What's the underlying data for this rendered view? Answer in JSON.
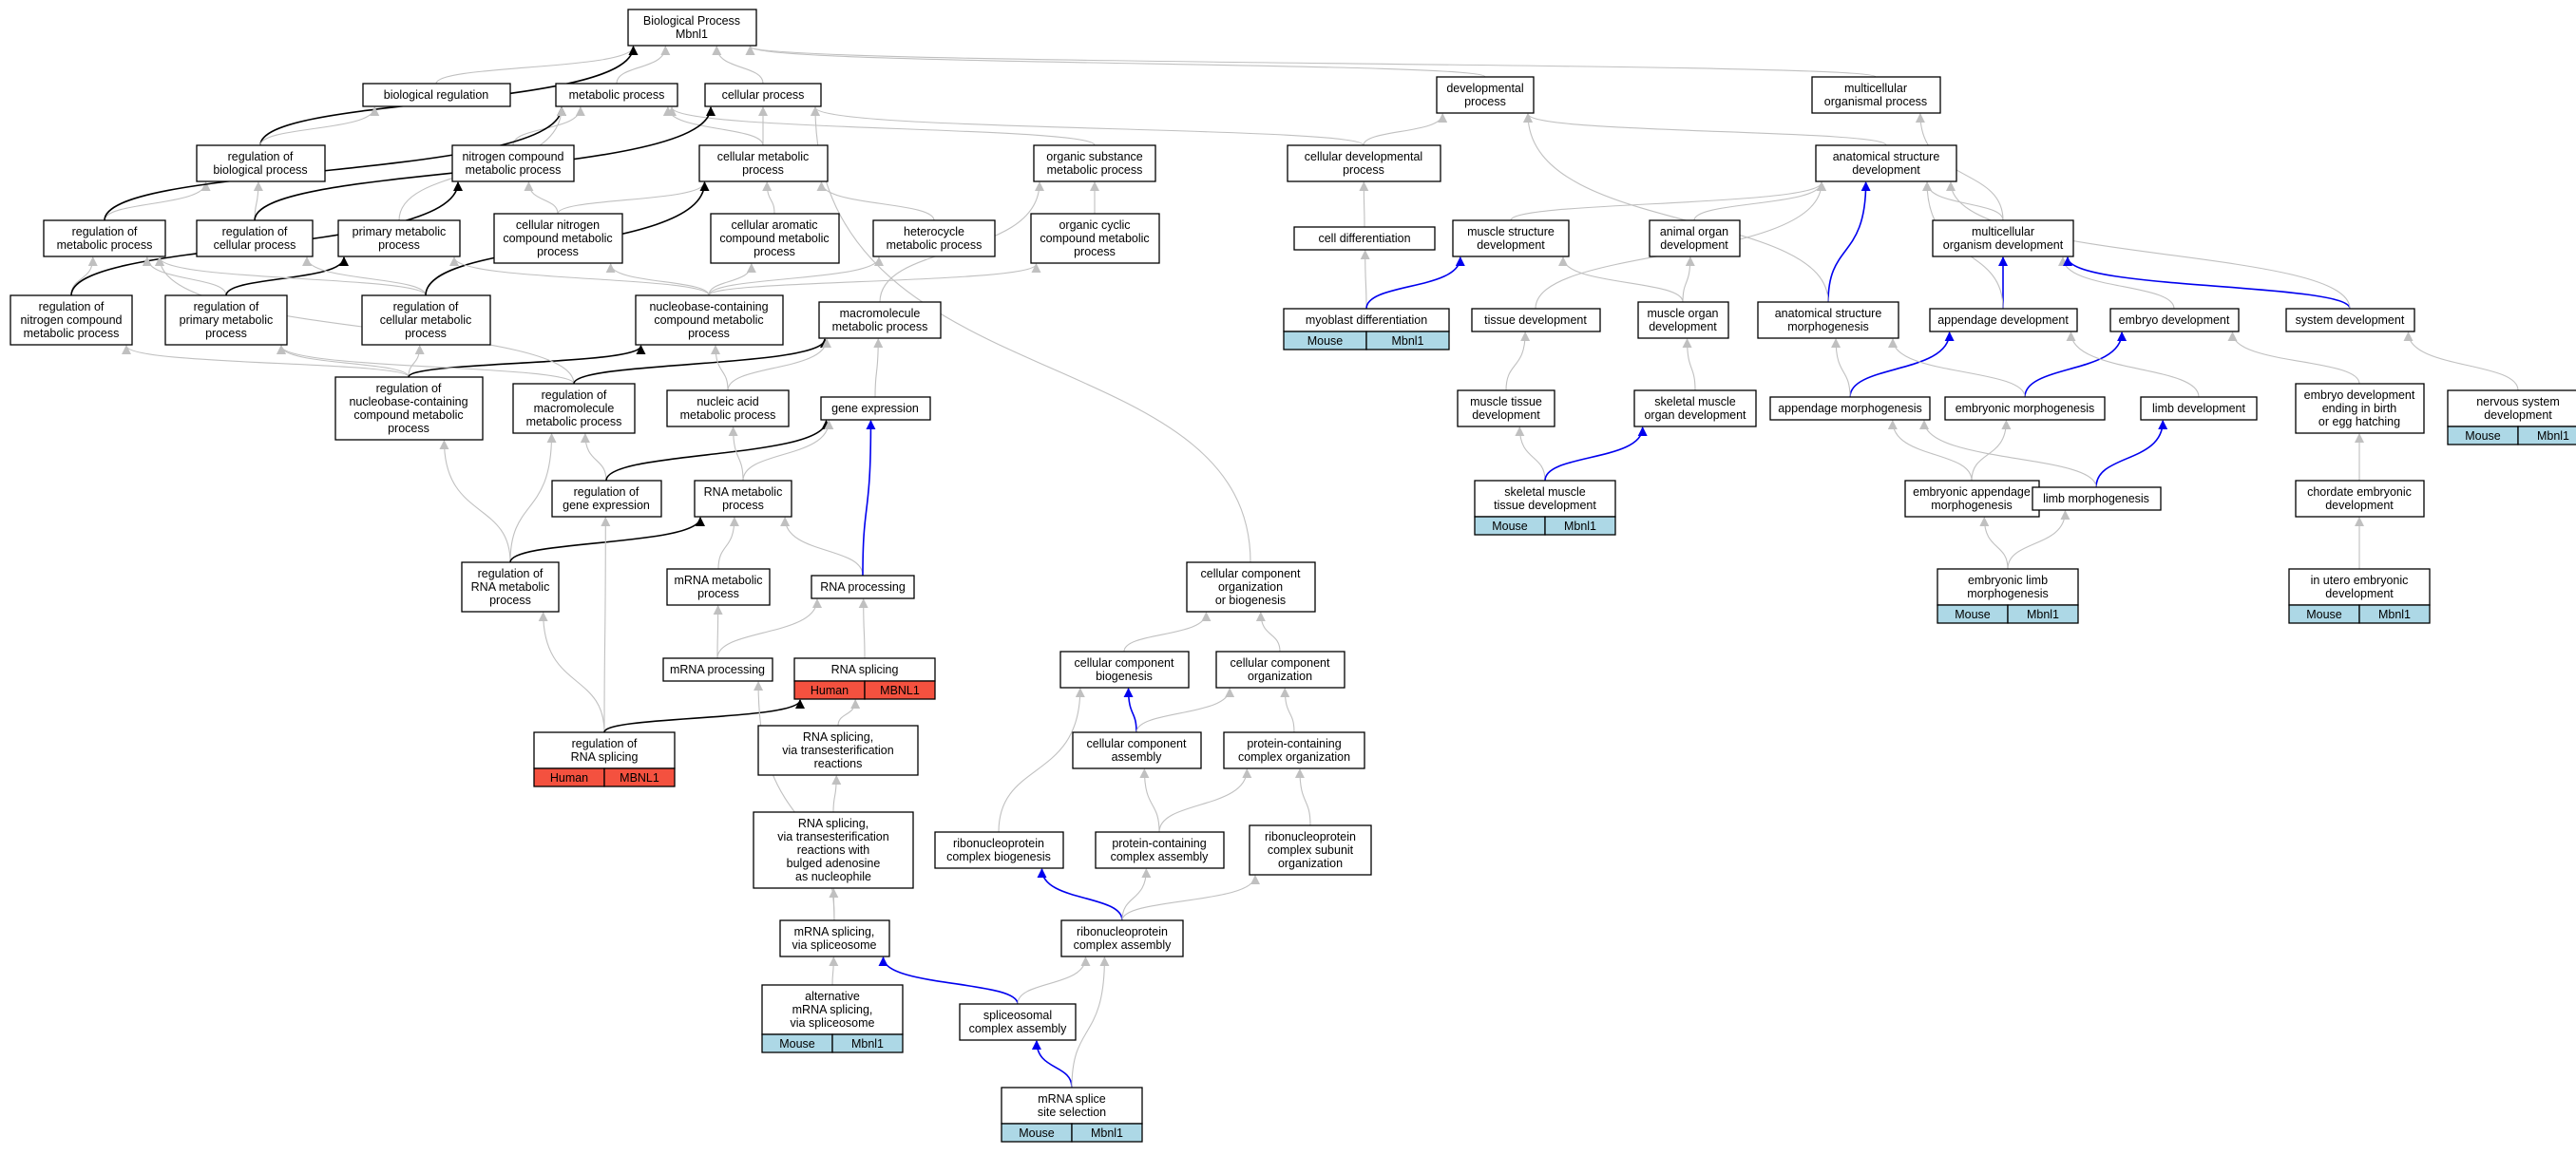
{
  "colors": {
    "gray_edge": "#c0c0c0",
    "black_edge": "#000000",
    "blue_edge": "#0000ee",
    "mouse_tag": "#add8e6",
    "human_tag": "#f4513f"
  },
  "nodes": [
    {
      "id": "bp",
      "lines": [
        "Biological Process",
        "Mbnl1"
      ]
    },
    {
      "id": "bioreg",
      "lines": [
        "biological regulation"
      ]
    },
    {
      "id": "metab",
      "lines": [
        "metabolic process"
      ]
    },
    {
      "id": "cellp",
      "lines": [
        "cellular process"
      ]
    },
    {
      "id": "devp",
      "lines": [
        "developmental",
        "process"
      ]
    },
    {
      "id": "multi",
      "lines": [
        "multicellular",
        "organismal process"
      ]
    },
    {
      "id": "regbio",
      "lines": [
        "regulation of",
        "biological process"
      ]
    },
    {
      "id": "nitro",
      "lines": [
        "nitrogen compound",
        "metabolic process"
      ]
    },
    {
      "id": "cellmet",
      "lines": [
        "cellular metabolic",
        "process"
      ]
    },
    {
      "id": "orgsub",
      "lines": [
        "organic substance",
        "metabolic process"
      ]
    },
    {
      "id": "celldevp",
      "lines": [
        "cellular developmental",
        "process"
      ]
    },
    {
      "id": "anatdev",
      "lines": [
        "anatomical structure",
        "development"
      ]
    },
    {
      "id": "regmet",
      "lines": [
        "regulation of",
        "metabolic process"
      ]
    },
    {
      "id": "regcell",
      "lines": [
        "regulation of",
        "cellular process"
      ]
    },
    {
      "id": "cellnitro",
      "lines": [
        "cellular nitrogen",
        "compound metabolic",
        "process"
      ]
    },
    {
      "id": "cellarom",
      "lines": [
        "cellular aromatic",
        "compound metabolic",
        "process"
      ]
    },
    {
      "id": "hetero",
      "lines": [
        "heterocycle",
        "metabolic process"
      ]
    },
    {
      "id": "orgcyc",
      "lines": [
        "organic cyclic",
        "compound metabolic",
        "process"
      ]
    },
    {
      "id": "celldiff",
      "lines": [
        "cell differentiation"
      ]
    },
    {
      "id": "musstruct",
      "lines": [
        "muscle structure",
        "development"
      ]
    },
    {
      "id": "animorgan",
      "lines": [
        "animal organ",
        "development"
      ]
    },
    {
      "id": "multidev",
      "lines": [
        "multicellular",
        "organism development"
      ]
    },
    {
      "id": "primmet",
      "lines": [
        "primary metabolic",
        "process"
      ]
    },
    {
      "id": "regnitro",
      "lines": [
        "regulation of",
        "nitrogen compound",
        "metabolic process"
      ]
    },
    {
      "id": "regprim",
      "lines": [
        "regulation of",
        "primary metabolic",
        "process"
      ]
    },
    {
      "id": "regcellmet",
      "lines": [
        "regulation of",
        "cellular metabolic",
        "process"
      ]
    },
    {
      "id": "nucbase",
      "lines": [
        "nucleobase-containing",
        "compound metabolic",
        "process"
      ]
    },
    {
      "id": "macromet",
      "lines": [
        "macromolecule",
        "metabolic process"
      ]
    },
    {
      "id": "myoblast",
      "lines": [
        "myoblast differentiation"
      ],
      "tag": "mouse"
    },
    {
      "id": "tissuedev",
      "lines": [
        "tissue development"
      ]
    },
    {
      "id": "musorgan",
      "lines": [
        "muscle organ",
        "development"
      ]
    },
    {
      "id": "anatmorph",
      "lines": [
        "anatomical structure",
        "morphogenesis"
      ]
    },
    {
      "id": "appdev",
      "lines": [
        "appendage development"
      ]
    },
    {
      "id": "embdev",
      "lines": [
        "embryo development"
      ]
    },
    {
      "id": "sysdev",
      "lines": [
        "system development"
      ]
    },
    {
      "id": "regnuc",
      "lines": [
        "regulation of",
        "nucleobase-containing",
        "compound metabolic",
        "process"
      ]
    },
    {
      "id": "regmacro",
      "lines": [
        "regulation of",
        "macromolecule",
        "metabolic process"
      ]
    },
    {
      "id": "nucacid",
      "lines": [
        "nucleic acid",
        "metabolic process"
      ]
    },
    {
      "id": "geneexp",
      "lines": [
        "gene expression"
      ]
    },
    {
      "id": "mustissue",
      "lines": [
        "muscle tissue",
        "development"
      ]
    },
    {
      "id": "skelorgan",
      "lines": [
        "skeletal muscle",
        "organ development"
      ]
    },
    {
      "id": "appmorph",
      "lines": [
        "appendage morphogenesis"
      ]
    },
    {
      "id": "embmorph",
      "lines": [
        "embryonic morphogenesis"
      ]
    },
    {
      "id": "limbdev",
      "lines": [
        "limb development"
      ]
    },
    {
      "id": "embbirth",
      "lines": [
        "embryo development",
        "ending in birth",
        "or egg hatching"
      ]
    },
    {
      "id": "nervous",
      "lines": [
        "nervous system",
        "development"
      ],
      "tag": "mouse"
    },
    {
      "id": "reggene",
      "lines": [
        "regulation of",
        "gene expression"
      ]
    },
    {
      "id": "rnamet",
      "lines": [
        "RNA metabolic",
        "process"
      ]
    },
    {
      "id": "skeltissue",
      "lines": [
        "skeletal muscle",
        "tissue development"
      ],
      "tag": "mouse"
    },
    {
      "id": "embapp",
      "lines": [
        "embryonic appendage",
        "morphogenesis"
      ]
    },
    {
      "id": "limbmorph",
      "lines": [
        "limb morphogenesis"
      ]
    },
    {
      "id": "chordate",
      "lines": [
        "chordate embryonic",
        "development"
      ]
    },
    {
      "id": "regrnamet",
      "lines": [
        "regulation of",
        "RNA metabolic",
        "process"
      ]
    },
    {
      "id": "mrnamet",
      "lines": [
        "mRNA metabolic",
        "process"
      ]
    },
    {
      "id": "rnaproc",
      "lines": [
        "RNA processing"
      ]
    },
    {
      "id": "ccorgbio",
      "lines": [
        "cellular component",
        "organization",
        "or biogenesis"
      ]
    },
    {
      "id": "emblimb",
      "lines": [
        "embryonic limb",
        "morphogenesis"
      ],
      "tag": "mouse"
    },
    {
      "id": "inutero",
      "lines": [
        "in utero embryonic",
        "development"
      ],
      "tag": "mouse"
    },
    {
      "id": "mrnaproc",
      "lines": [
        "mRNA processing"
      ]
    },
    {
      "id": "rnasplice",
      "lines": [
        "RNA splicing"
      ],
      "tag": "human"
    },
    {
      "id": "ccbio",
      "lines": [
        "cellular component",
        "biogenesis"
      ]
    },
    {
      "id": "ccorg",
      "lines": [
        "cellular component",
        "organization"
      ]
    },
    {
      "id": "regrnasplice",
      "lines": [
        "regulation of",
        "RNA splicing"
      ],
      "tag": "human"
    },
    {
      "id": "rnatrans",
      "lines": [
        "RNA splicing,",
        "via transesterification",
        "reactions"
      ]
    },
    {
      "id": "ccasm",
      "lines": [
        "cellular component",
        "assembly"
      ]
    },
    {
      "id": "protorg",
      "lines": [
        "protein-containing",
        "complex organization"
      ]
    },
    {
      "id": "rnabulged",
      "lines": [
        "RNA splicing,",
        "via transesterification",
        "reactions with",
        "bulged adenosine",
        "as nucleophile"
      ]
    },
    {
      "id": "ribobio",
      "lines": [
        "ribonucleoprotein",
        "complex biogenesis"
      ]
    },
    {
      "id": "protasm",
      "lines": [
        "protein-containing",
        "complex assembly"
      ]
    },
    {
      "id": "ribosub",
      "lines": [
        "ribonucleoprotein",
        "complex subunit",
        "organization"
      ]
    },
    {
      "id": "mrnaspl",
      "lines": [
        "mRNA splicing,",
        "via spliceosome"
      ]
    },
    {
      "id": "riboasm",
      "lines": [
        "ribonucleoprotein",
        "complex assembly"
      ]
    },
    {
      "id": "altmrna",
      "lines": [
        "alternative",
        "mRNA splicing,",
        "via spliceosome"
      ],
      "tag": "mouse"
    },
    {
      "id": "spliceasm",
      "lines": [
        "spliceosomal",
        "complex assembly"
      ]
    },
    {
      "id": "mrnasite",
      "lines": [
        "mRNA splice",
        "site selection"
      ],
      "tag": "mouse"
    }
  ],
  "tags": {
    "mouse": [
      "Mouse",
      "Mbnl1"
    ],
    "human": [
      "Human",
      "MBNL1"
    ]
  },
  "edges": [
    [
      "bioreg",
      "bp",
      "gray"
    ],
    [
      "metab",
      "bp",
      "gray"
    ],
    [
      "cellp",
      "bp",
      "gray"
    ],
    [
      "devp",
      "bp",
      "gray"
    ],
    [
      "multi",
      "bp",
      "gray"
    ],
    [
      "regbio",
      "bp",
      "black"
    ],
    [
      "regbio",
      "bioreg",
      "gray"
    ],
    [
      "nitro",
      "metab",
      "gray"
    ],
    [
      "cellmet",
      "metab",
      "gray"
    ],
    [
      "cellmet",
      "cellp",
      "gray"
    ],
    [
      "orgsub",
      "metab",
      "gray"
    ],
    [
      "celldevp",
      "devp",
      "gray"
    ],
    [
      "celldevp",
      "cellp",
      "gray"
    ],
    [
      "anatdev",
      "devp",
      "gray"
    ],
    [
      "regmet",
      "regbio",
      "gray"
    ],
    [
      "regmet",
      "metab",
      "black"
    ],
    [
      "regcell",
      "regbio",
      "gray"
    ],
    [
      "regcell",
      "cellp",
      "black"
    ],
    [
      "cellnitro",
      "nitro",
      "gray"
    ],
    [
      "cellnitro",
      "cellmet",
      "gray"
    ],
    [
      "cellarom",
      "cellmet",
      "gray"
    ],
    [
      "hetero",
      "cellmet",
      "gray"
    ],
    [
      "orgcyc",
      "orgsub",
      "gray"
    ],
    [
      "celldiff",
      "celldevp",
      "gray"
    ],
    [
      "musstruct",
      "anatdev",
      "gray"
    ],
    [
      "animorgan",
      "anatdev",
      "gray"
    ],
    [
      "multidev",
      "multi",
      "gray"
    ],
    [
      "multidev",
      "anatdev",
      "gray"
    ],
    [
      "primmet",
      "metab",
      "gray"
    ],
    [
      "regnitro",
      "regmet",
      "gray"
    ],
    [
      "regnitro",
      "nitro",
      "black"
    ],
    [
      "regprim",
      "regmet",
      "gray"
    ],
    [
      "regprim",
      "primmet",
      "black"
    ],
    [
      "regcellmet",
      "regcell",
      "gray"
    ],
    [
      "regcellmet",
      "regmet",
      "gray"
    ],
    [
      "regcellmet",
      "cellmet",
      "black"
    ],
    [
      "nucbase",
      "cellnitro",
      "gray"
    ],
    [
      "nucbase",
      "cellarom",
      "gray"
    ],
    [
      "nucbase",
      "hetero",
      "gray"
    ],
    [
      "nucbase",
      "orgcyc",
      "gray"
    ],
    [
      "nucbase",
      "primmet",
      "gray"
    ],
    [
      "macromet",
      "orgsub",
      "gray"
    ],
    [
      "myoblast",
      "celldiff",
      "gray"
    ],
    [
      "myoblast",
      "musstruct",
      "blue"
    ],
    [
      "tissuedev",
      "anatdev",
      "gray"
    ],
    [
      "musorgan",
      "musstruct",
      "gray"
    ],
    [
      "musorgan",
      "animorgan",
      "gray"
    ],
    [
      "anatmorph",
      "anatdev",
      "blue"
    ],
    [
      "anatmorph",
      "devp",
      "gray"
    ],
    [
      "appdev",
      "multidev",
      "blue"
    ],
    [
      "appdev",
      "anatdev",
      "gray"
    ],
    [
      "embdev",
      "multidev",
      "gray"
    ],
    [
      "sysdev",
      "multidev",
      "blue"
    ],
    [
      "sysdev",
      "anatdev",
      "gray"
    ],
    [
      "regnuc",
      "regnitro",
      "gray"
    ],
    [
      "regnuc",
      "regprim",
      "gray"
    ],
    [
      "regnuc",
      "regcellmet",
      "gray"
    ],
    [
      "regnuc",
      "nucbase",
      "black"
    ],
    [
      "regmacro",
      "regprim",
      "gray"
    ],
    [
      "regmacro",
      "regmet",
      "gray"
    ],
    [
      "regmacro",
      "macromet",
      "black"
    ],
    [
      "nucacid",
      "nucbase",
      "gray"
    ],
    [
      "nucacid",
      "macromet",
      "gray"
    ],
    [
      "geneexp",
      "macromet",
      "gray"
    ],
    [
      "mustissue",
      "tissuedev",
      "gray"
    ],
    [
      "skelorgan",
      "musorgan",
      "gray"
    ],
    [
      "appmorph",
      "appdev",
      "blue"
    ],
    [
      "appmorph",
      "anatmorph",
      "gray"
    ],
    [
      "embmorph",
      "embdev",
      "blue"
    ],
    [
      "embmorph",
      "anatmorph",
      "gray"
    ],
    [
      "limbdev",
      "appdev",
      "gray"
    ],
    [
      "embbirth",
      "embdev",
      "gray"
    ],
    [
      "nervous",
      "sysdev",
      "gray"
    ],
    [
      "reggene",
      "regmacro",
      "gray"
    ],
    [
      "reggene",
      "geneexp",
      "black"
    ],
    [
      "rnamet",
      "nucacid",
      "gray"
    ],
    [
      "rnamet",
      "geneexp",
      "gray"
    ],
    [
      "skeltissue",
      "mustissue",
      "gray"
    ],
    [
      "skeltissue",
      "skelorgan",
      "blue"
    ],
    [
      "embapp",
      "appmorph",
      "gray"
    ],
    [
      "embapp",
      "embmorph",
      "gray"
    ],
    [
      "limbmorph",
      "limbdev",
      "blue"
    ],
    [
      "limbmorph",
      "appmorph",
      "gray"
    ],
    [
      "chordate",
      "embbirth",
      "gray"
    ],
    [
      "regrnamet",
      "regnuc",
      "gray"
    ],
    [
      "regrnamet",
      "regmacro",
      "gray"
    ],
    [
      "regrnamet",
      "rnamet",
      "black"
    ],
    [
      "mrnamet",
      "rnamet",
      "gray"
    ],
    [
      "rnaproc",
      "rnamet",
      "gray"
    ],
    [
      "rnaproc",
      "geneexp",
      "blue"
    ],
    [
      "ccorgbio",
      "cellp",
      "gray"
    ],
    [
      "emblimb",
      "embapp",
      "gray"
    ],
    [
      "emblimb",
      "limbmorph",
      "gray"
    ],
    [
      "inutero",
      "chordate",
      "gray"
    ],
    [
      "mrnaproc",
      "mrnamet",
      "gray"
    ],
    [
      "mrnaproc",
      "rnaproc",
      "gray"
    ],
    [
      "rnasplice",
      "rnaproc",
      "gray"
    ],
    [
      "ccbio",
      "ccorgbio",
      "gray"
    ],
    [
      "ccorg",
      "ccorgbio",
      "gray"
    ],
    [
      "regrnasplice",
      "regrnamet",
      "gray"
    ],
    [
      "regrnasplice",
      "reggene",
      "gray"
    ],
    [
      "regrnasplice",
      "rnasplice",
      "black"
    ],
    [
      "rnatrans",
      "rnasplice",
      "gray"
    ],
    [
      "ccasm",
      "ccbio",
      "blue"
    ],
    [
      "ccasm",
      "ccorg",
      "gray"
    ],
    [
      "protorg",
      "ccorg",
      "gray"
    ],
    [
      "rnabulged",
      "rnatrans",
      "gray"
    ],
    [
      "ribobio",
      "ccbio",
      "gray"
    ],
    [
      "protasm",
      "ccasm",
      "gray"
    ],
    [
      "protasm",
      "protorg",
      "gray"
    ],
    [
      "ribosub",
      "protorg",
      "gray"
    ],
    [
      "mrnaspl",
      "rnabulged",
      "gray"
    ],
    [
      "mrnaspl",
      "mrnaproc",
      "gray"
    ],
    [
      "riboasm",
      "ribobio",
      "blue"
    ],
    [
      "riboasm",
      "protasm",
      "gray"
    ],
    [
      "riboasm",
      "ribosub",
      "gray"
    ],
    [
      "altmrna",
      "mrnaspl",
      "gray"
    ],
    [
      "spliceasm",
      "mrnaspl",
      "blue"
    ],
    [
      "spliceasm",
      "riboasm",
      "gray"
    ],
    [
      "mrnasite",
      "spliceasm",
      "blue"
    ],
    [
      "mrnasite",
      "riboasm",
      "gray"
    ]
  ]
}
